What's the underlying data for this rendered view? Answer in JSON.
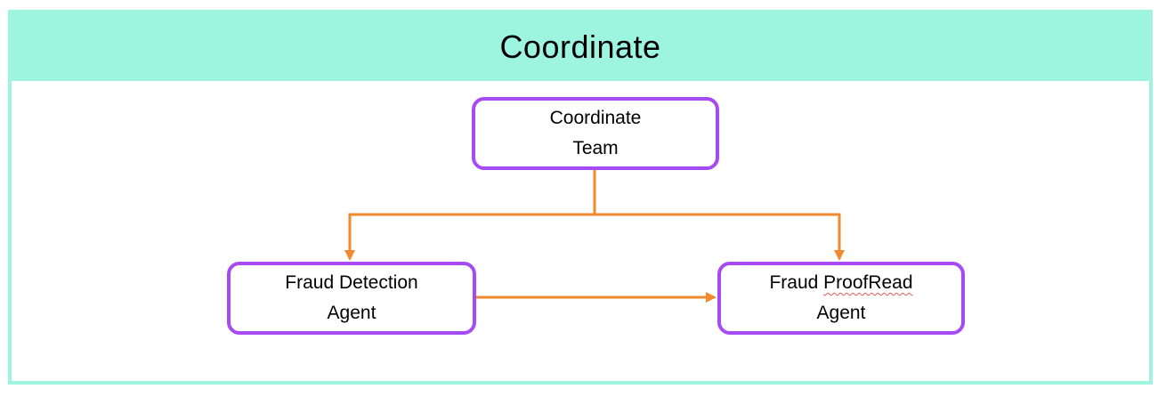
{
  "header": {
    "title": "Coordinate"
  },
  "nodes": {
    "team": {
      "line1": "Coordinate",
      "line2": "Team"
    },
    "detection": {
      "line1": "Fraud Detection",
      "line2": "Agent"
    },
    "proofread": {
      "line1_prefix": "Fraud ",
      "line1_word": "ProofRead",
      "line2": "Agent"
    }
  },
  "colors": {
    "header_bg": "#9ef5df",
    "node_border": "#a64bf4",
    "connector": "#f08a2e",
    "spellcheck": "#e05a5a"
  }
}
